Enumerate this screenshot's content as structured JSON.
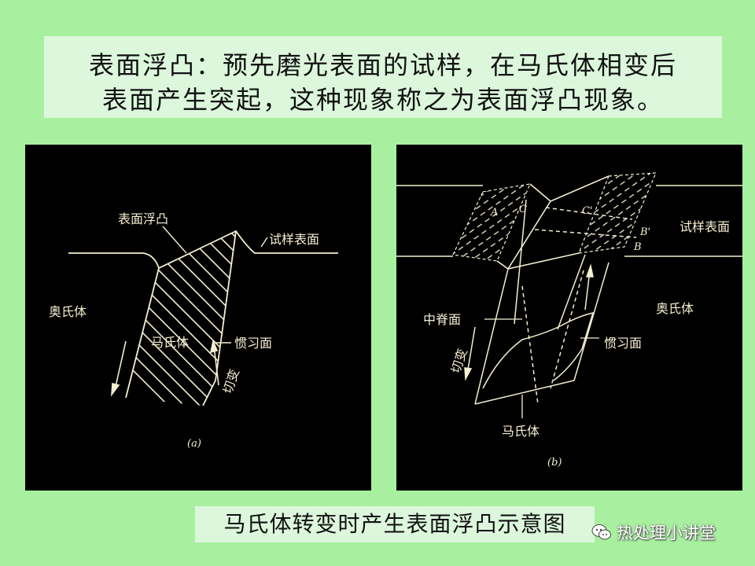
{
  "title": {
    "line1": "表面浮凸：预先磨光表面的试样，在马氏体相变后",
    "line2": "表面产生突起，这种现象称之为表面浮凸现象。"
  },
  "figure_a": {
    "label_relief": "表面浮凸",
    "label_surface": "试样表面",
    "label_austenite": "奥氏体",
    "label_martensite": "马氏体",
    "label_habit": "惯习面",
    "label_shear": "切变",
    "tag": "(a)"
  },
  "figure_b": {
    "label_surface": "试样表面",
    "label_austenite": "奥氏体",
    "label_midrib": "中脊面",
    "label_shear": "切变",
    "label_habit": "惯习面",
    "label_martensite": "马氏体",
    "pt_A": "A",
    "pt_C": "C",
    "pt_C2": "C'",
    "pt_B2": "B'",
    "pt_B": "B",
    "tag": "(b)"
  },
  "caption": "马氏体转变时产生表面浮凸示意图",
  "watermark": "热处理小讲堂"
}
